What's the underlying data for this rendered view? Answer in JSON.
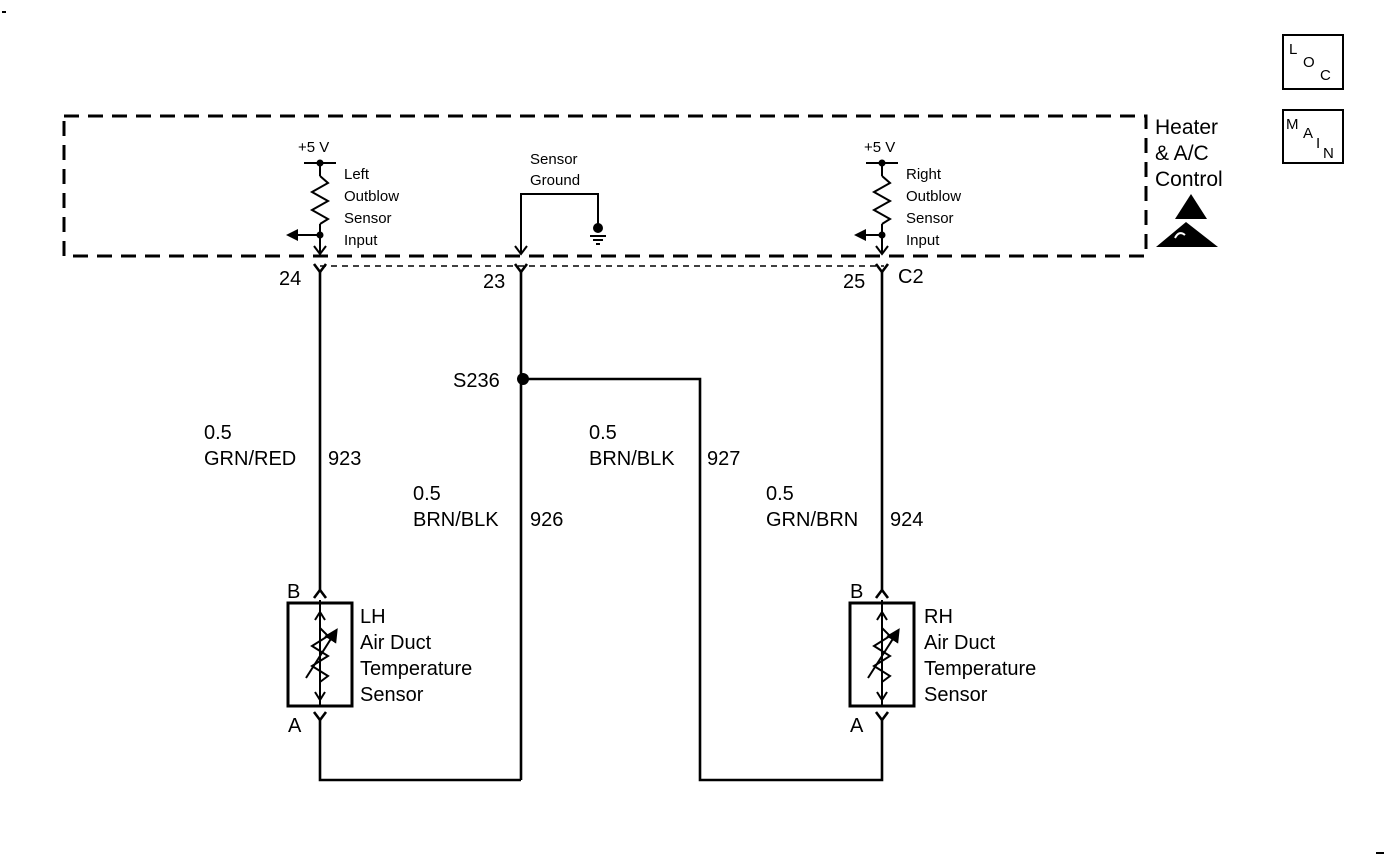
{
  "module": {
    "name_lines": [
      "Heater",
      "& A/C",
      "Control"
    ],
    "connector": "C2"
  },
  "icons": {
    "loc": {
      "letters": [
        "L",
        "O",
        "C"
      ]
    },
    "main": {
      "letters": [
        "M",
        "A",
        "I",
        "N"
      ]
    },
    "esd": "esd-warning-icon"
  },
  "internal": {
    "left_supply": "+5 V",
    "left_label": [
      "Left",
      "Outblow",
      "Sensor",
      "Input"
    ],
    "ground_label": [
      "Sensor",
      "Ground"
    ],
    "right_supply": "+5 V",
    "right_label": [
      "Right",
      "Outblow",
      "Sensor",
      "Input"
    ]
  },
  "pins": {
    "left": "24",
    "center": "23",
    "right": "25"
  },
  "splice": {
    "name": "S236"
  },
  "wires": [
    {
      "id": "w923",
      "size": "0.5",
      "color": "GRN/RED",
      "circuit": "923"
    },
    {
      "id": "w926",
      "size": "0.5",
      "color": "BRN/BLK",
      "circuit": "926"
    },
    {
      "id": "w927",
      "size": "0.5",
      "color": "BRN/BLK",
      "circuit": "927"
    },
    {
      "id": "w924",
      "size": "0.5",
      "color": "GRN/BRN",
      "circuit": "924"
    }
  ],
  "sensors": {
    "left": {
      "pin_top": "B",
      "pin_bottom": "A",
      "name_lines": [
        "LH",
        "Air Duct",
        "Temperature",
        "Sensor"
      ]
    },
    "right": {
      "pin_top": "B",
      "pin_bottom": "A",
      "name_lines": [
        "RH",
        "Air Duct",
        "Temperature",
        "Sensor"
      ]
    }
  }
}
